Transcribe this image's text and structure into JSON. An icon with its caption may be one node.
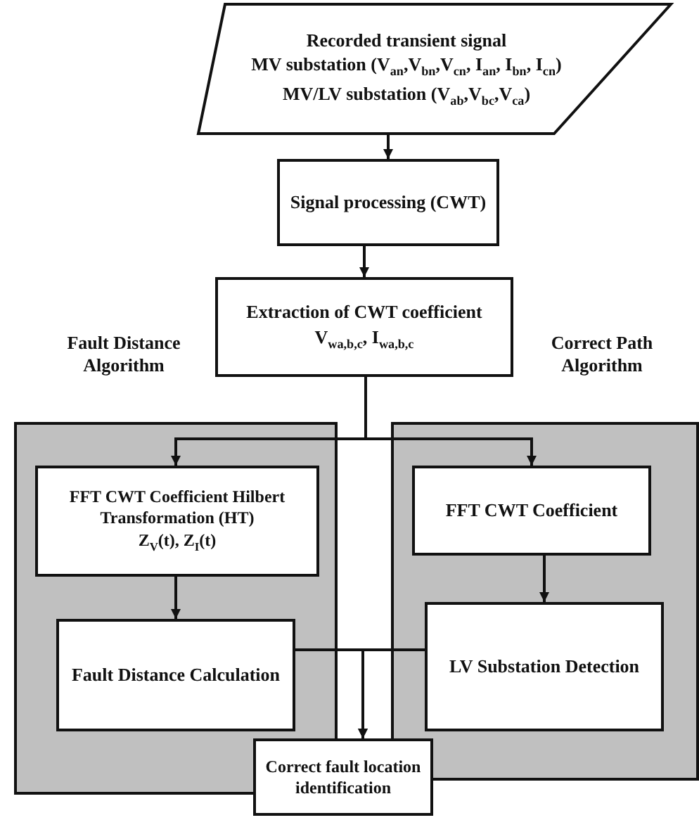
{
  "diagram": {
    "nodes": [
      {
        "text": [
          "Recorded transient signal",
          "MV substation (V$_{an}$,V$_{bn}$,V$_{cn}$, I$_{an}$, I$_{bn}$, I$_{cn}$)",
          "MV/LV substation (V$_{ab}$,V$_{bc}$,V$_{ca}$)"
        ]
      },
      {
        "text": [
          "Signal processing (CWT)"
        ]
      },
      {
        "text": [
          "Extraction of CWT coefficient",
          "V$_{wa,b,c}$, I$_{wa,b,c}$"
        ]
      },
      {
        "text": [
          "Fault Distance Algorithm"
        ]
      },
      {
        "text": [
          "FFT CWT Coefficient Hilbert Transformation (HT)",
          "Z$_{V}$(t), Z$_{I}$(t)"
        ],
        "in": 3
      },
      {
        "text": [
          "Fault Distance Calculation"
        ],
        "in": 3
      },
      {
        "text": [
          "Correct Path Algorithm"
        ]
      },
      {
        "text": [
          "FFT CWT Coefficient"
        ],
        "in": 6
      },
      {
        "text": [
          "LV Substation Detection"
        ],
        "in": 6
      },
      {
        "text": [
          "Correct fault location identification"
        ]
      }
    ],
    "edges": [
      {
        "from": 0,
        "to": 1,
        "arrow": "to"
      },
      {
        "from": 1,
        "to": 2,
        "arrow": "to"
      },
      {
        "from": 2,
        "to": 4,
        "arrow": "to"
      },
      {
        "from": 2,
        "to": 7,
        "arrow": "to"
      },
      {
        "from": 4,
        "to": 5,
        "arrow": "to"
      },
      {
        "from": 7,
        "to": 8,
        "arrow": "to"
      },
      {
        "from": 5,
        "to": 9,
        "arrow": "to"
      },
      {
        "from": 8,
        "to": 9,
        "arrow": "to"
      }
    ]
  }
}
